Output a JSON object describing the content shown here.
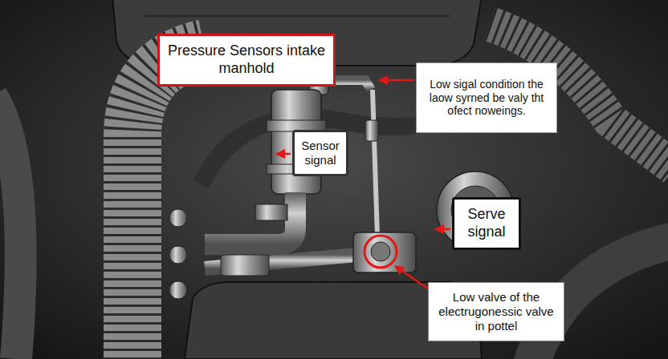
{
  "diagram": {
    "nodes": [
      {
        "text": [
          "Pressure Sensors intake manhold"
        ]
      },
      {
        "text": [
          "Sensor signal"
        ]
      },
      {
        "text": [
          "Low sigal condition the laow syrned be valy tht ofect noweings."
        ]
      },
      {
        "text": [
          "Serve signal"
        ]
      },
      {
        "text": [
          "Low valve of the electrugonessic valve in pottel"
        ]
      }
    ]
  }
}
